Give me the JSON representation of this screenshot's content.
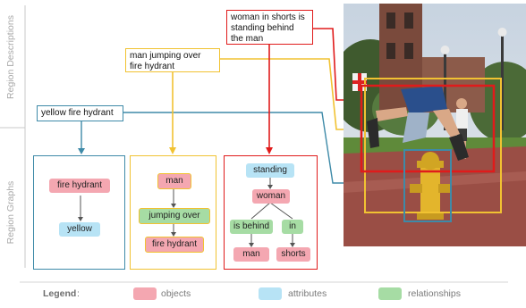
{
  "side_labels": {
    "top": "Region Descriptions",
    "bottom": "Region Graphs"
  },
  "descriptions": [
    {
      "id": "desc-hydrant",
      "text": "yellow fire hydrant",
      "color": "#3e8aa8"
    },
    {
      "id": "desc-jump",
      "text": "man jumping over fire hydrant",
      "color": "#f1c232"
    },
    {
      "id": "desc-shorts",
      "text": "woman in shorts is standing behind the man",
      "color": "#e01b1b"
    }
  ],
  "graphs": {
    "hydrant": {
      "color": "#3e8aa8",
      "nodes": [
        {
          "label": "fire hydrant",
          "kind": "object"
        },
        {
          "label": "yellow",
          "kind": "attribute"
        }
      ]
    },
    "jump": {
      "color": "#f1c232",
      "nodes": [
        {
          "label": "man",
          "kind": "object"
        },
        {
          "label": "jumping over",
          "kind": "relationship"
        },
        {
          "label": "fire hydrant",
          "kind": "object"
        }
      ]
    },
    "shorts": {
      "color": "#e01b1b",
      "nodes": [
        {
          "label": "standing",
          "kind": "attribute"
        },
        {
          "label": "woman",
          "kind": "object"
        },
        {
          "label": "is behind",
          "kind": "relationship"
        },
        {
          "label": "in",
          "kind": "relationship"
        },
        {
          "label": "man",
          "kind": "object"
        },
        {
          "label": "shorts",
          "kind": "object"
        }
      ]
    }
  },
  "legend": {
    "title": "Legend",
    "separator": ":",
    "items": [
      {
        "label": "objects",
        "color": "#f4a7b1"
      },
      {
        "label": "attributes",
        "color": "#b7e3f5"
      },
      {
        "label": "relationships",
        "color": "#a6dca4"
      }
    ]
  },
  "colors": {
    "object": "#f4a7b1",
    "attribute": "#b7e3f5",
    "relationship": "#a6dca4",
    "blue_region": "#3e8aa8",
    "yellow_region": "#f1c232",
    "red_region": "#e01b1b",
    "side_label": "#a8a8a8"
  }
}
